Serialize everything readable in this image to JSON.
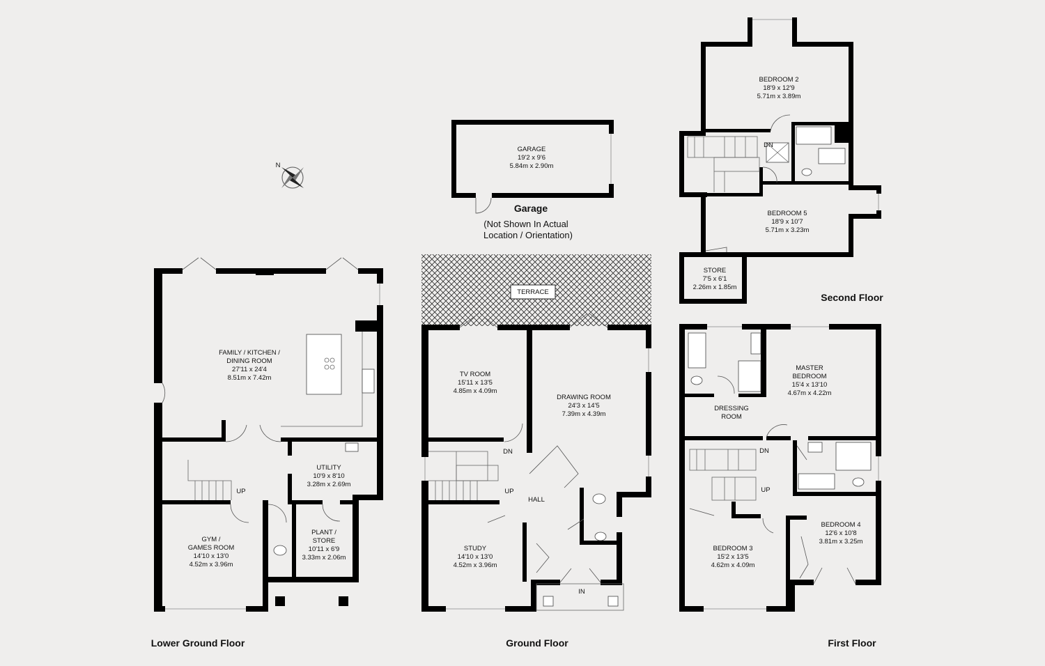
{
  "compass": {
    "label": "N"
  },
  "floors": {
    "lower_ground": {
      "label": "Lower Ground Floor"
    },
    "ground": {
      "label": "Ground Floor"
    },
    "first": {
      "label": "First Floor"
    },
    "second": {
      "label": "Second Floor"
    },
    "garage": {
      "label": "Garage",
      "note_line1": "(Not Shown In Actual",
      "note_line2": "Location / Orientation)"
    }
  },
  "rooms": {
    "garage": [
      "GARAGE",
      "19'2 x 9'6",
      "5.84m x 2.90m"
    ],
    "family_kitchen": [
      "FAMILY / KITCHEN /",
      "DINING ROOM",
      "27'11 x 24'4",
      "8.51m x 7.42m"
    ],
    "utility": [
      "UTILITY",
      "10'9 x 8'10",
      "3.28m x 2.69m"
    ],
    "gym": [
      "GYM /",
      "GAMES ROOM",
      "14'10 x 13'0",
      "4.52m x 3.96m"
    ],
    "plant": [
      "PLANT /",
      "STORE",
      "10'11 x 6'9",
      "3.33m x 2.06m"
    ],
    "terrace": [
      "TERRACE"
    ],
    "tv_room": [
      "TV ROOM",
      "15'11 x 13'5",
      "4.85m x 4.09m"
    ],
    "drawing_room": [
      "DRAWING ROOM",
      "24'3 x 14'5",
      "7.39m x 4.39m"
    ],
    "study": [
      "STUDY",
      "14'10 x 13'0",
      "4.52m x 3.96m"
    ],
    "hall": [
      "HALL"
    ],
    "bedroom2": [
      "BEDROOM 2",
      "18'9 x 12'9",
      "5.71m x 3.89m"
    ],
    "bedroom5": [
      "BEDROOM 5",
      "18'9 x 10'7",
      "5.71m x 3.23m"
    ],
    "store": [
      "STORE",
      "7'5 x 6'1",
      "2.26m x 1.85m"
    ],
    "master": [
      "MASTER",
      "BEDROOM",
      "15'4 x 13'10",
      "4.67m x 4.22m"
    ],
    "dressing": [
      "DRESSING",
      "ROOM"
    ],
    "bedroom3": [
      "BEDROOM 3",
      "15'2 x 13'5",
      "4.62m x 4.09m"
    ],
    "bedroom4": [
      "BEDROOM 4",
      "12'6 x 10'8",
      "3.81m x 3.25m"
    ]
  },
  "markers": {
    "up": "UP",
    "dn": "DN",
    "in": "IN"
  }
}
